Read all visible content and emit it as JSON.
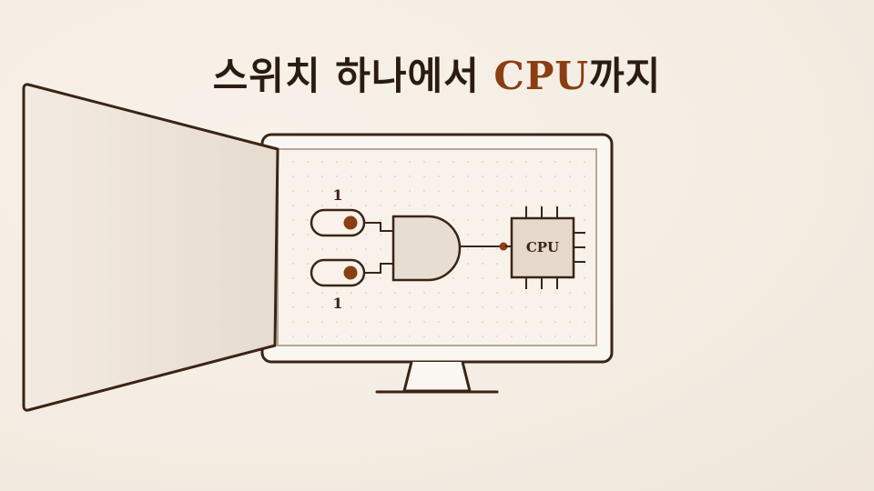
{
  "title": {
    "main": "스위치 하나에서 ",
    "accent": "CPU",
    "suffix": "까지"
  },
  "inputs": {
    "top_value": "1",
    "bottom_value": "1"
  },
  "chip": {
    "label": "CPU"
  },
  "colors": {
    "ink": "#3a2416",
    "accent": "#8a3e12",
    "paper": "#f7f1e9",
    "fill": "#e8ddd2"
  },
  "icons": [
    "toggle-switch-icon",
    "and-gate-icon",
    "cpu-chip-icon",
    "monitor-icon",
    "open-door-panel-icon"
  ]
}
